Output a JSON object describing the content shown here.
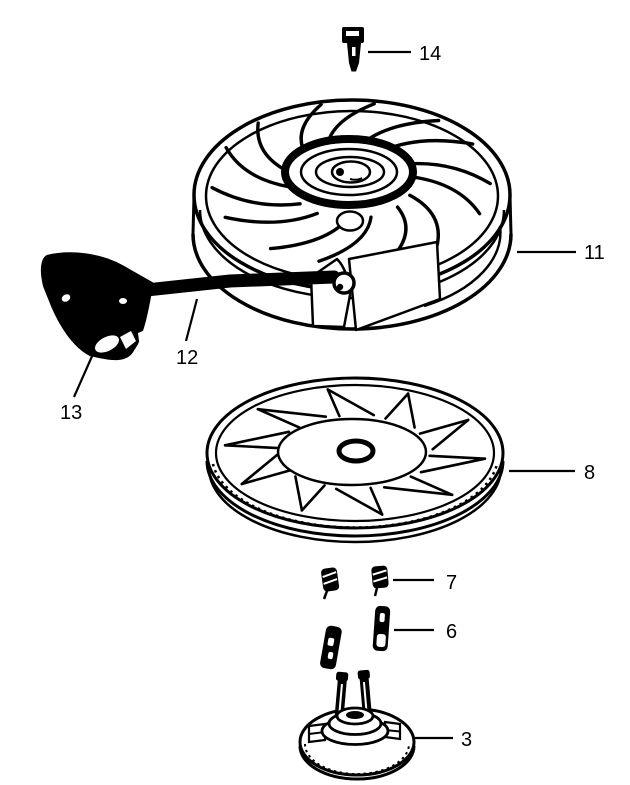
{
  "page": {
    "background_color": "#ffffff",
    "line_color": "#000000"
  },
  "callouts": {
    "c14": {
      "text": "14"
    },
    "c11": {
      "text": "11"
    },
    "c12": {
      "text": "12"
    },
    "c13": {
      "text": "13"
    },
    "c8": {
      "text": "8"
    },
    "c7": {
      "text": "7"
    },
    "c6": {
      "text": "6"
    },
    "c3": {
      "text": "3"
    }
  }
}
